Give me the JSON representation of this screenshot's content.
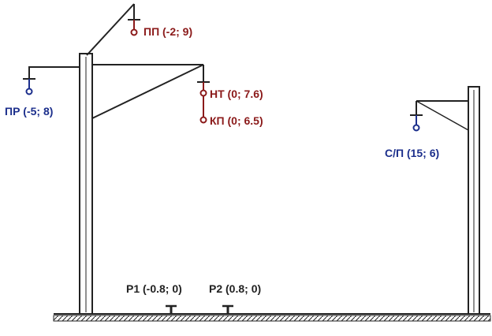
{
  "wires": {
    "pp": {
      "label": "ПП (-2; 9)",
      "color": "#8b1a1a"
    },
    "nt": {
      "label": "НТ (0; 7.6)",
      "color": "#8b1a1a"
    },
    "kp": {
      "label": "КП (0; 6.5)",
      "color": "#8b1a1a"
    },
    "pr": {
      "label": "ПР (-5; 8)",
      "color": "#1c2f8c"
    },
    "sp": {
      "label": "С/П (15; 6)",
      "color": "#1c2f8c"
    }
  },
  "rails": {
    "r1": {
      "label": "Р1 (-0.8; 0)"
    },
    "r2": {
      "label": "Р2 (0.8; 0)"
    }
  }
}
